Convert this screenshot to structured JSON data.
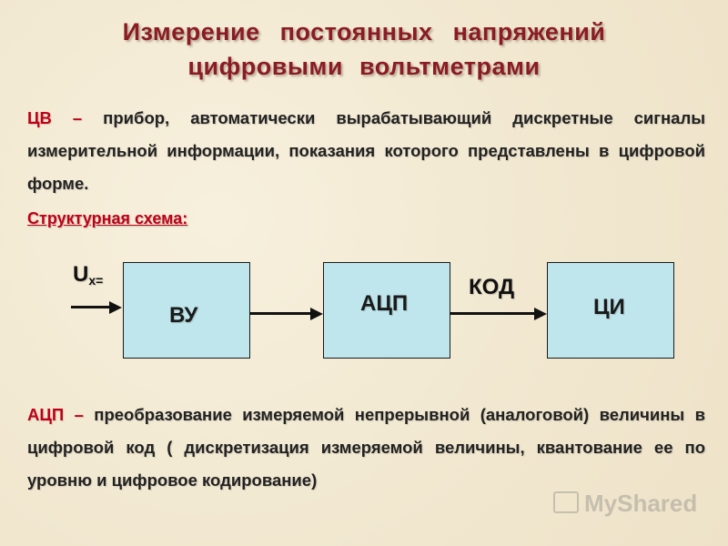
{
  "title": {
    "line1": "Измерение постоянных напряжений",
    "line2": "цифровыми вольтметрами"
  },
  "definition": {
    "term": "ЦВ –",
    "text": " прибор, автоматически вырабатывающий дискретные сигналы измерительной информации, показания которого представлены в цифровой форме."
  },
  "structure_heading": "Структурная схема:",
  "diagram": {
    "input_label_main": "U",
    "input_label_sub": "х=",
    "blocks": [
      "ВУ",
      "АЦП",
      "ЦИ"
    ],
    "arrow_label": "КОД"
  },
  "adc": {
    "term": "АЦП –",
    "text": " преобразование измеряемой непрерывной (аналоговой) величины в цифровой код ( дискретизация измеряемой величины, квантование ее по уровню и цифровое кодирование)"
  },
  "watermark": "MyShared"
}
